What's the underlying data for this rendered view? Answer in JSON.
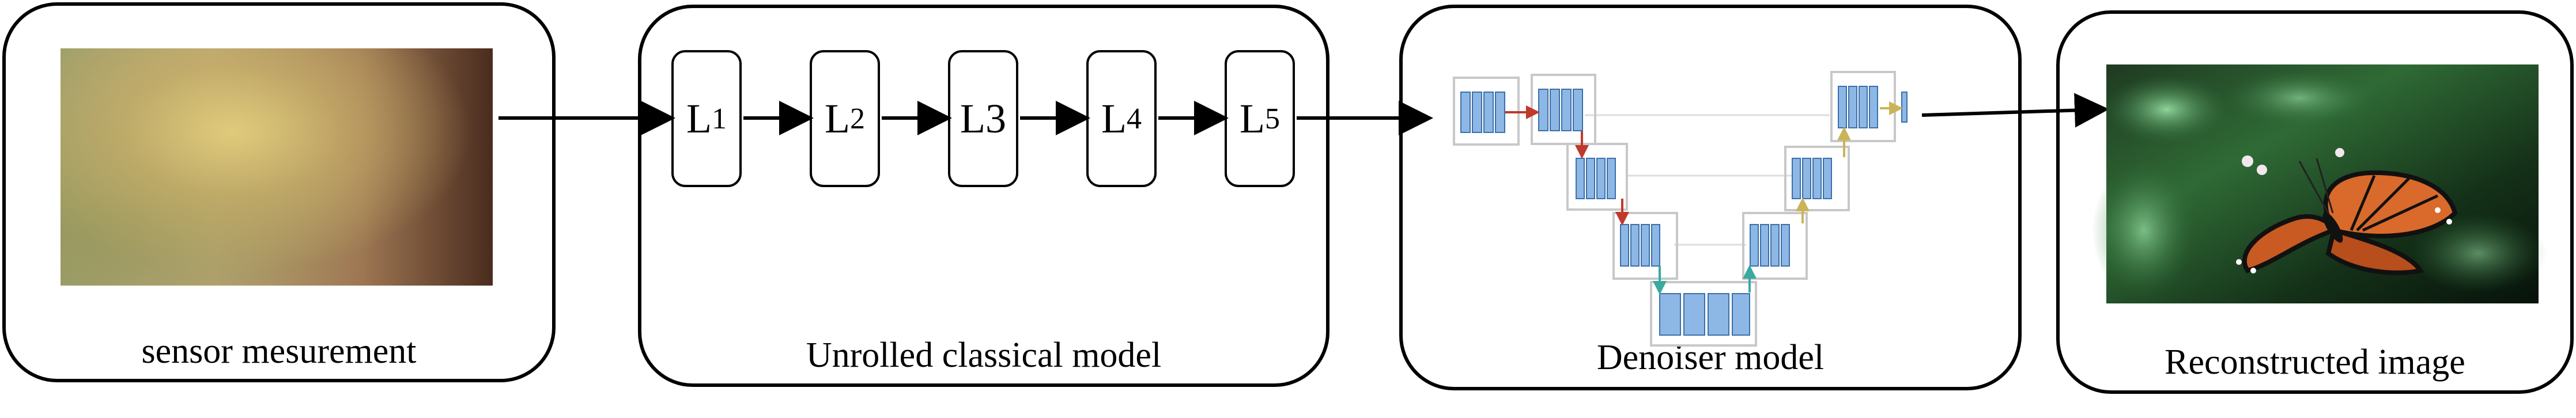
{
  "panels": [
    {
      "caption": "sensor mesurement"
    },
    {
      "caption": "Unrolled classical model"
    },
    {
      "caption": "Denoiser model"
    },
    {
      "caption": "Reconstructed image"
    }
  ],
  "layers": [
    {
      "base": "L",
      "sub": "1"
    },
    {
      "base": "L",
      "sub": "2"
    },
    {
      "base": "L3",
      "sub": ""
    },
    {
      "base": "L",
      "sub": "4"
    },
    {
      "base": "L",
      "sub": "5"
    }
  ],
  "colors": {
    "unet_block": "#8db8e6",
    "unet_block_stroke": "#3c6fa8",
    "down_arrow": "#c0392b",
    "up_arrow": "#c9b458",
    "bottom_arrow": "#3aa9a0"
  }
}
